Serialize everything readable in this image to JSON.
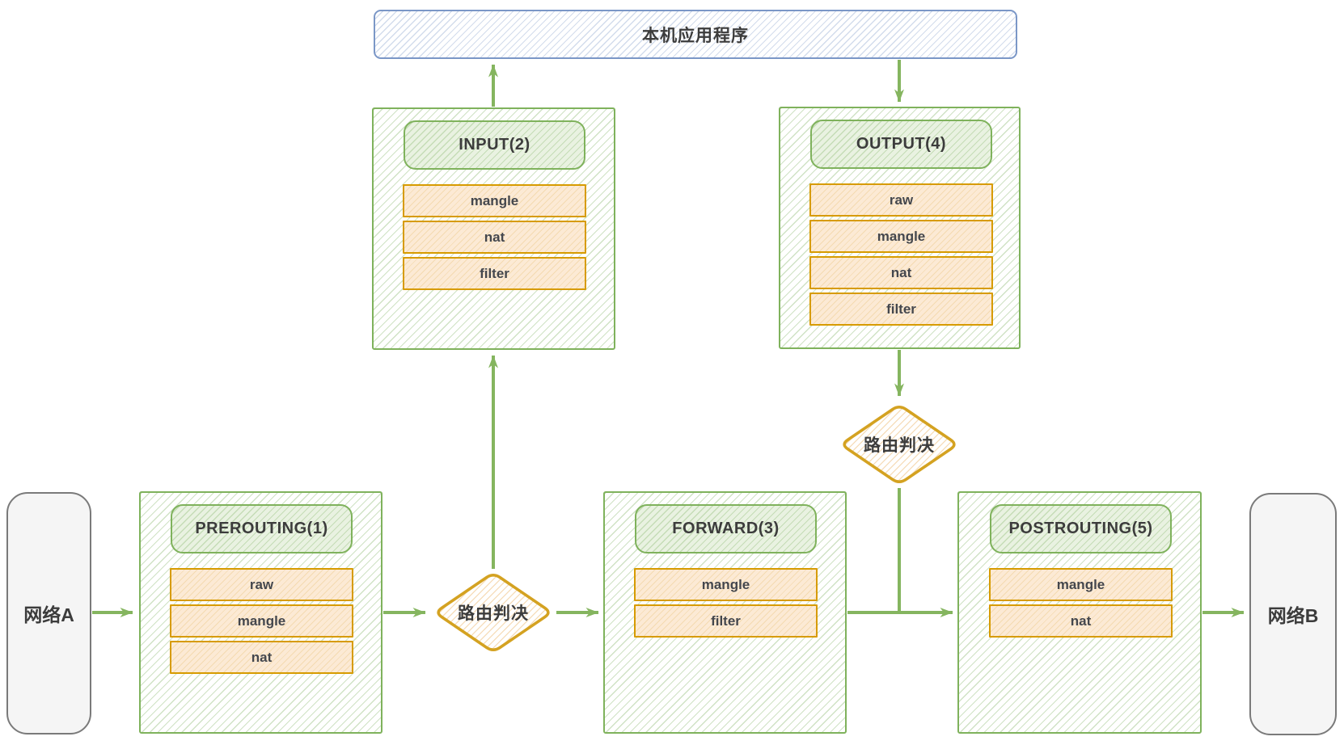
{
  "diagram_title": "iptables packet flow",
  "nodes": {
    "local_app": {
      "label": "本机应用程序"
    },
    "network_a": {
      "label": "网络A"
    },
    "network_b": {
      "label": "网络B"
    },
    "decision_1": {
      "label": "路由判决"
    },
    "decision_2": {
      "label": "路由判决"
    }
  },
  "chains": [
    {
      "id": "prerouting",
      "title": "PREROUTING(1)",
      "tables": [
        "raw",
        "mangle",
        "nat"
      ]
    },
    {
      "id": "input",
      "title": "INPUT(2)",
      "tables": [
        "mangle",
        "nat",
        "filter"
      ]
    },
    {
      "id": "forward",
      "title": "FORWARD(3)",
      "tables": [
        "mangle",
        "filter"
      ]
    },
    {
      "id": "output",
      "title": "OUTPUT(4)",
      "tables": [
        "raw",
        "mangle",
        "nat",
        "filter"
      ]
    },
    {
      "id": "postrouting",
      "title": "POSTROUTING(5)",
      "tables": [
        "mangle",
        "nat"
      ]
    }
  ],
  "colors": {
    "chain_border_green": "#7fb25c",
    "arrow_green": "#85b55f",
    "table_border_orange": "#d79b00",
    "table_fill": "#fcead5",
    "decision_border_gold": "#d4a221",
    "app_border_blue": "#7b97c7",
    "endpoint_border_gray": "#7a7a7a",
    "endpoint_fill": "#f5f5f5",
    "text": "#3c3c3c"
  }
}
